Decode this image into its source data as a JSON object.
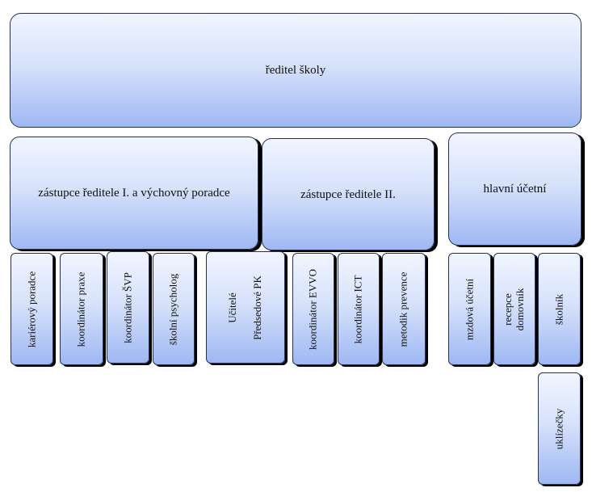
{
  "top": {
    "director": "ředitel školy"
  },
  "middle": {
    "deputy1": "zástupce ředitele I. a výchovný poradce",
    "deputy2": "zástupce ředitele II.",
    "accountant": "hlavní účetní"
  },
  "deputy1_staff": {
    "career_advisor": "kariérový poradce",
    "practice_coordinator": "koordinátor praxe",
    "svp_coordinator": "koordinátor ŠVP",
    "school_psychologist": "školní psycholog",
    "teachers": [
      "Učitelé",
      "Předsedové PK"
    ]
  },
  "deputy2_staff": {
    "evvo_coordinator": "koordinátor EVVO",
    "ict_coordinator": "koordinátor ICT",
    "prevention_methodist": "metodik prevence"
  },
  "accountant_staff": {
    "payroll": "mzdová účetní",
    "reception": [
      "recepce",
      "domovník"
    ],
    "janitor": "školník",
    "cleaners": "uklízečky"
  }
}
